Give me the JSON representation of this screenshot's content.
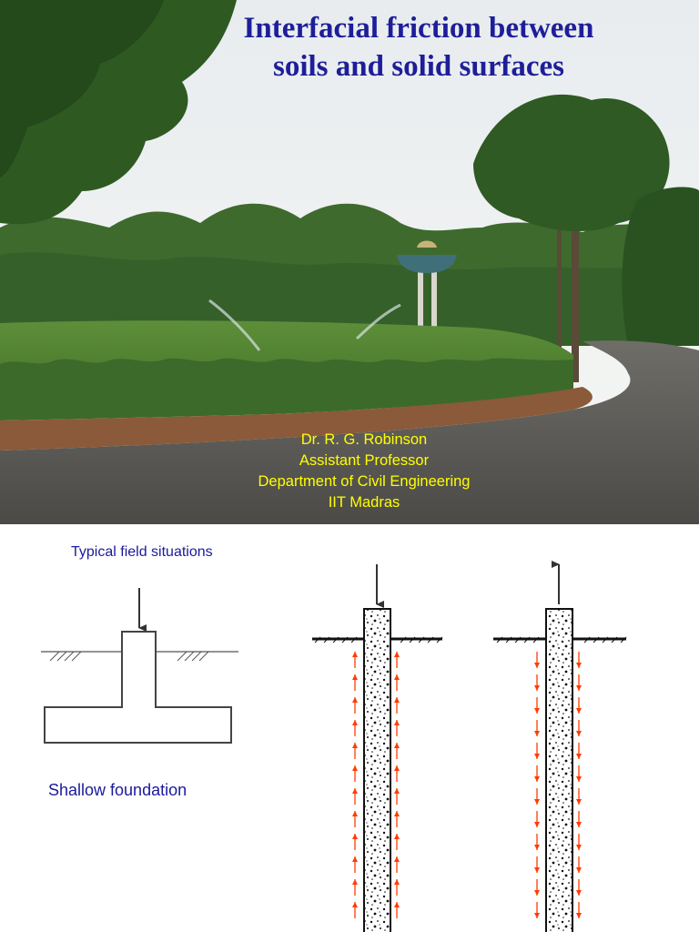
{
  "slide1": {
    "title_line1": "Interfacial friction between",
    "title_line2": "soils and solid surfaces",
    "author": {
      "name": "Dr. R. G. Robinson",
      "position": "Assistant Professor",
      "department": "Department of Civil Engineering",
      "institute": "IIT Madras"
    },
    "colors": {
      "title": "#1e1e9a",
      "author_text": "#ffff00"
    }
  },
  "slide2": {
    "heading": "Typical field situations",
    "shallow_label": "Shallow foundation",
    "colors": {
      "label": "#1a1a9c",
      "friction_arrow": "#ff3b00"
    }
  }
}
